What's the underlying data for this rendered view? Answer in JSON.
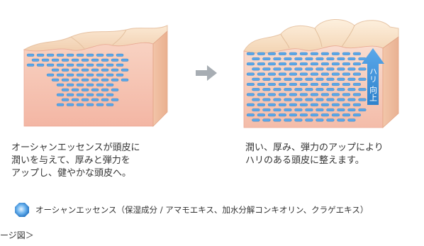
{
  "captions": {
    "left": "オーシャンエッセンスが頭皮に\n潤いを与えて、厚みと弾力を\nアップし、健やかな頭皮へ。",
    "right": "潤い、厚み、弾力のアップにより\nハリのある頭皮に整えます。"
  },
  "badge": {
    "text_line1": "ハリ",
    "text_line2": "向上",
    "color": "#3b8fd6"
  },
  "legend": {
    "icon": "blue-octagon-icon",
    "text": "オーシャンエッセンス（保湿成分 / アマモエキス、加水分解コンキオリン、クラゲエキス）"
  },
  "footer": {
    "label": "ージ図＞"
  },
  "colors": {
    "skin_top": "#f7ddc3",
    "skin_side": "#f4b9a4",
    "essence": "#5aa7e8",
    "arrow_gray": "#a7adb3"
  }
}
